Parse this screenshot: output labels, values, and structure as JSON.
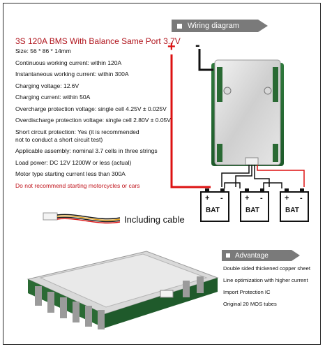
{
  "wiring_title": "Wiring diagram",
  "product_title": "3S 120A BMS With Balance Same Port 3.7V",
  "specs": [
    "Size: 56 * 86 * 14mm",
    "Continuous working current: within 120A",
    "Instantaneous working current: within 300A",
    "Charging voltage: 12.6V",
    "Charging current: within 50A",
    "Overcharge protection voltage: single cell 4.25V ± 0.025V",
    "Overdischarge protection voltage: single cell 2.80V ± 0.05V",
    "Short circuit protection: Yes (it is recommended not to conduct a short circuit test)",
    "Applicable assembly: nominal 3.7 cells in three strings",
    "Load power: DC 12V 1200W or less (actual)",
    "Motor type starting current less than 300A"
  ],
  "warning": "Do not recommend starting motorcycles or cars",
  "terminals": {
    "plus": "+",
    "minus": "-"
  },
  "battery": {
    "label": "BAT",
    "plus": "+",
    "minus": "-"
  },
  "cable_label": "Including cable",
  "advantage_title": "Advantage",
  "advantages": [
    "Double sided thickened copper sheet",
    "Line optimization with higher current",
    "Import Protection IC",
    "Original 20 MOS tubes"
  ],
  "colors": {
    "accent_red": "#c0141c",
    "tab_gray": "#7a7a7a",
    "wire_red": "#dd1111"
  }
}
